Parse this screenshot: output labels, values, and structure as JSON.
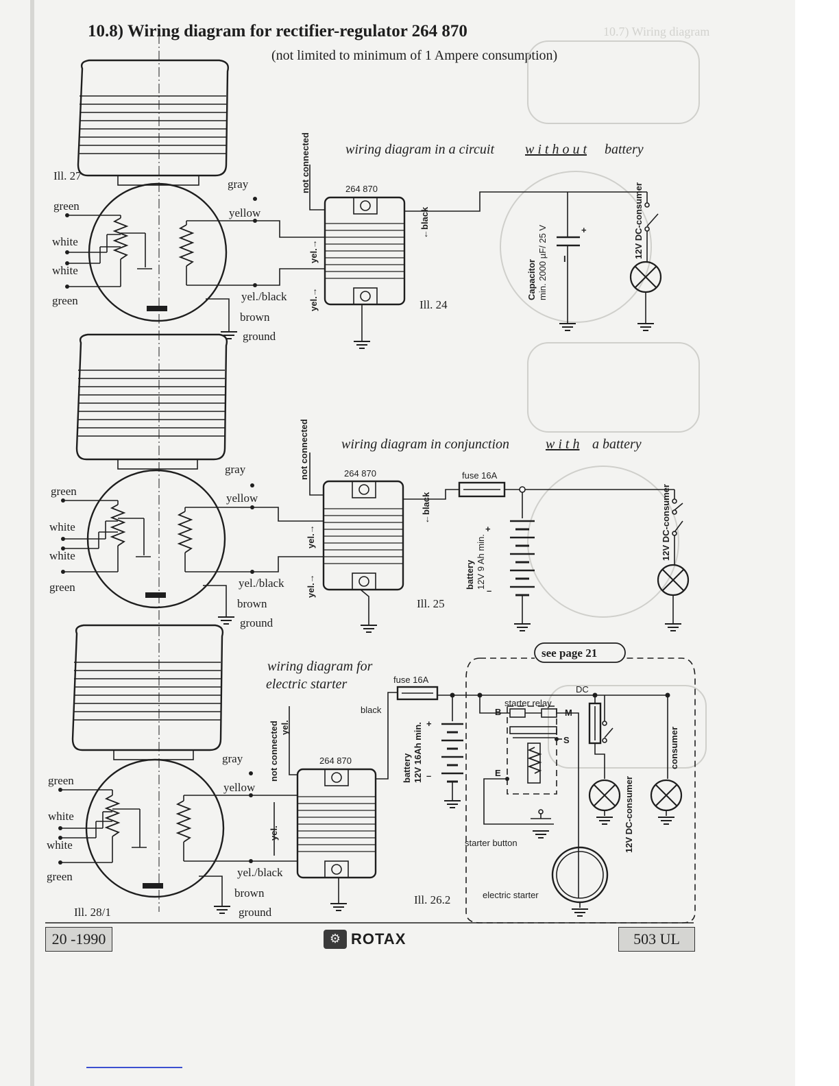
{
  "header": {
    "title": "10.8) Wiring diagram for rectifier-regulator 264 870",
    "subtitle": "(not limited to minimum of 1 Ampere consumption)"
  },
  "wire_labels": {
    "green": "green",
    "white": "white",
    "gray": "gray",
    "yellow": "yellow",
    "yel_black": "yel./black",
    "brown": "brown",
    "ground": "ground",
    "black": "black",
    "yel": "yel.",
    "not_connected": "not connected",
    "arrow_black": "←black",
    "arrow_yel": "yel.→"
  },
  "part_numbers": {
    "regulator": "264 870"
  },
  "diagram1": {
    "ill": "Ill. 27",
    "ill_regulator": "Ill. 24",
    "heading_pre": "wiring diagram in a circuit",
    "heading_em": "w i t h o u t",
    "heading_post": "battery",
    "capacitor_1": "Capacitor",
    "capacitor_2": "min. 2000 µF/ 25 V",
    "consumer": "12V DC-consumer"
  },
  "diagram2": {
    "ill": "Ill. 25",
    "heading_pre": "wiring diagram in conjunction",
    "heading_em": "w i t h",
    "heading_post": "a battery",
    "fuse": "fuse 16A",
    "battery_1": "battery",
    "battery_2": "12V 9 Ah min.",
    "consumer": "12V DC-consumer"
  },
  "diagram3": {
    "ill": "Ill. 28/1",
    "ill_regulator": "Ill. 26.2",
    "heading_1": "wiring diagram for",
    "heading_2": "electric starter",
    "see_page": "see page 21",
    "fuse": "fuse 16A",
    "battery_1": "battery",
    "battery_2": "12V 16Ah min.",
    "starter_relay": "starter relay",
    "dc": "DC",
    "relay_B": "B",
    "relay_M": "M",
    "relay_S": "S",
    "relay_E": "E",
    "starter_button": "starter button",
    "electric_starter": "electric starter",
    "consumer_left": "12V DC-consumer",
    "consumer_right": "consumer"
  },
  "footer": {
    "left": "20 -1990",
    "brand": "ROTAX",
    "right": "503 UL"
  },
  "icons": [
    "rotax-gear-logo-icon",
    "lamp-icon",
    "capacitor-icon",
    "battery-icon",
    "fuse-icon",
    "switch-icon",
    "ground-icon",
    "coil-icon"
  ]
}
